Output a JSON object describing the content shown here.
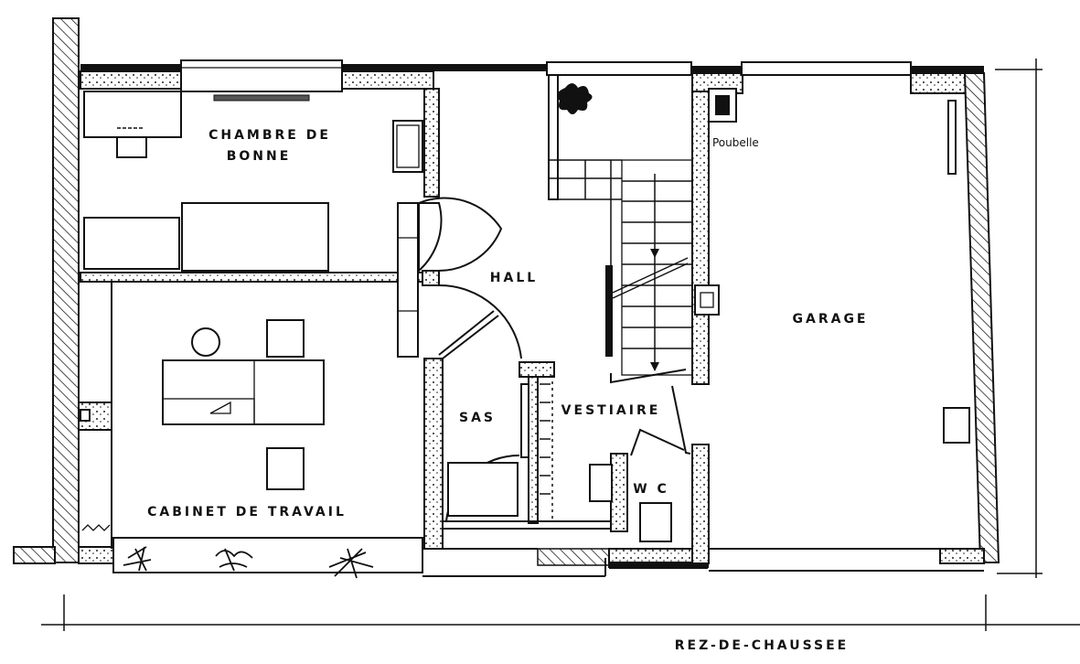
{
  "plan": {
    "title": "REZ-DE-CHAUSSEE",
    "rooms": {
      "chambre": [
        "CHAMBRE DE",
        "BONNE"
      ],
      "hall": "HALL",
      "garage": "GARAGE",
      "sas": "SAS",
      "vestiaire": "VESTIAIRE",
      "wc": "W C",
      "cabinet": "CABINET DE TRAVAIL"
    },
    "annotations": {
      "poubelle": "Poubelle"
    }
  }
}
